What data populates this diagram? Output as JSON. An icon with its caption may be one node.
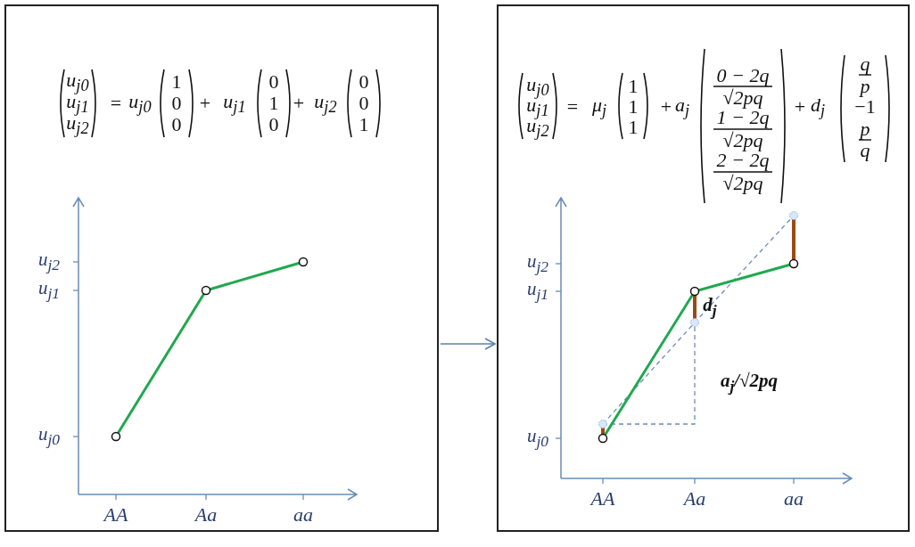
{
  "diagram": {
    "nodes": [
      {
        "text": [],
        "shape": "box"
      },
      {
        "text": [],
        "shape": "box"
      }
    ],
    "edges": [
      {
        "from": 0,
        "to": 1,
        "arrow": "to"
      }
    ],
    "labels": [
      "u$_{j0}$",
      "u$_{j1}$",
      "u$_{j2}$",
      "=",
      "u$_{j0}$",
      "1",
      "0",
      "0",
      "+",
      "u$_{j1}$",
      "0",
      "1",
      "0",
      "+",
      "u$_{j2}$",
      "0",
      "0",
      "1",
      "u$_{j2}$",
      "u$_{j1}$",
      "u$_{j0}$",
      "AA",
      "Aa",
      "aa",
      "u$_{j0}$",
      "u$_{j1}$",
      "u$_{j2}$",
      "=",
      "μ$_{j}$",
      "1",
      "1",
      "1",
      "+",
      "a$_{j}$",
      "0 − 2q",
      "√2pq",
      "1 − 2q",
      "√2pq",
      "2 − 2q",
      "√2pq",
      "+",
      "d$_{j}$",
      "q",
      "p",
      "−1",
      "p",
      "q",
      "u$_{j2}$",
      "u$_{j1}$",
      "d$_{j}$",
      "a$_{j}$/√2pq",
      "u$_{j0}$",
      "AA",
      "Aa",
      "aa"
    ]
  }
}
